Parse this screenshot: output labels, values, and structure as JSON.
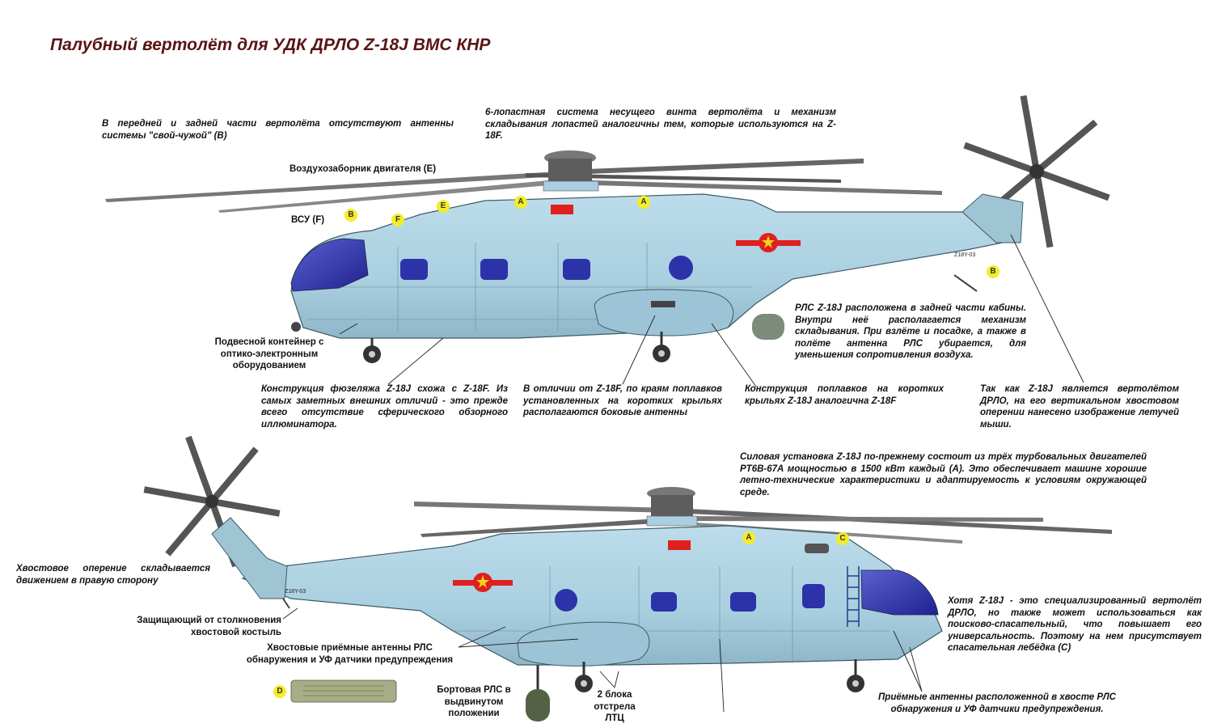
{
  "title": "Палубный вертолёт для УДК ДРЛО Z-18J ВМС КНР",
  "notes": {
    "iff": "В передней и задней части вертолёта отсутствуют антенны системы \"свой-чужой\" (В)",
    "rotor": "6-лопастная система несущего винта вертолёта и механизм складывания лопастей аналогичны тем, которые используются на Z-18F.",
    "intake": "Воздухозаборник двигателя (Е)",
    "apu": "ВСУ (F)",
    "pod": "Подвесной контейнер с оптико-электронным оборудованием",
    "radar": "РЛС Z-18J расположена в задней части кабины. Внутри неё располагается механизм складывания. При взлёте и посадке, а также в полёте антенна РЛС убирается, для уменьшения сопротивления воздуха.",
    "fuselage": "Конструкция фюзеляжа Z-18J схожа с Z-18F. Из самых заметных внешних отличий - это прежде всего отсутствие сферического обзорного иллюминатора.",
    "side_antennas": "В отличии от Z-18F, по краям поплавков установленных на коротких крыльях располагаются боковые антенны",
    "floats": "Конструкция поплавков на коротких крыльях Z-18J аналогична Z-18F",
    "bat": "Так как Z-18J является вертолётом ДРЛО, на его вертикальном хвостовом оперении нанесено изображение летучей мыши.",
    "powerplant": "Силовая установка Z-18J по-прежнему состоит из трёх турбовальных двигателей PT6B-67A мощностью в 1500 кВт каждый (А). Это обеспечивает машине хорошие летно-технические характеристики и адаптируемость к условиям окружающей среде.",
    "tail_fold": "Хвостовое оперение складывается движением в правую сторону",
    "tail_skid": "Защищающий от столкновения хвостовой костыль",
    "tail_antennas": "Хвостовые приёмные антенны РЛС обнаружения и УФ датчики предупреждения",
    "sar": "Хотя Z-18J - это специализированный вертолёт ДРЛО, но также может использоваться как поисково-спасательный, что повышает его универсальность. Поэтому на нем присутствует спасательная лебёдка (С)",
    "radar_deployed": "Бортовая РЛС в выдвинутом положении",
    "flares": "2 блока отстрела ЛТЦ",
    "nose_antennas": "Приёмные антенны расположенной в хвосте РЛС обнаружения и УФ датчики предупреждения."
  },
  "markers": {
    "a": "A",
    "b": "B",
    "c": "C",
    "d": "D",
    "e": "E",
    "f": "F"
  },
  "serial": "Z18Y-03",
  "colors": {
    "fuselage": "#a9cfe0",
    "fuselage_dark": "#8fb6c8",
    "window": "#2c33a8",
    "cockpit": "#3a3fb0",
    "blade": "#6b6b6b",
    "blade_tip_red": "#d02020",
    "star_red": "#e01f1f",
    "title": "#5a1414",
    "marker": "#f4ec2a",
    "radar_box": "#a8ad86"
  }
}
